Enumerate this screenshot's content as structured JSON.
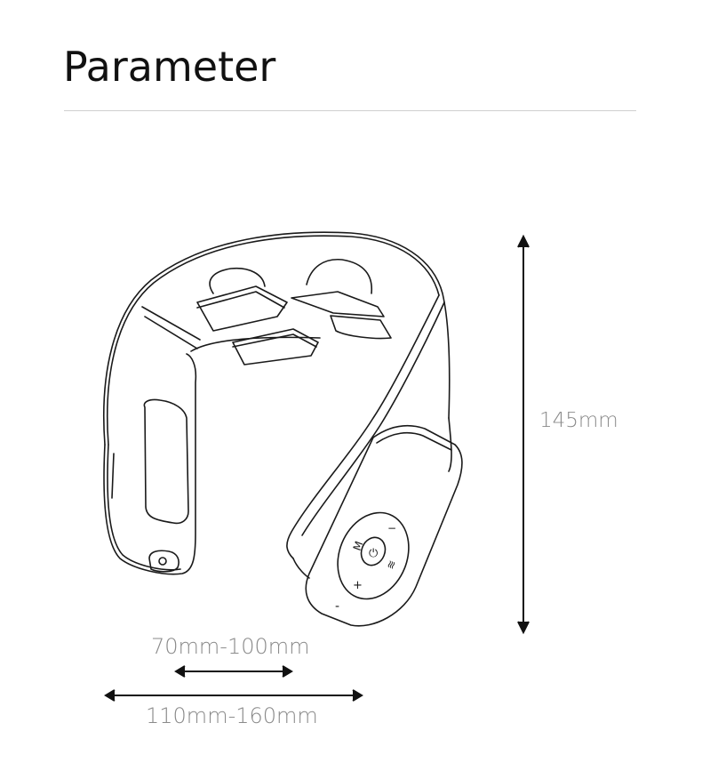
{
  "header": {
    "title": "Parameter"
  },
  "product_drawing": {
    "description": "neck-massager-line-drawing",
    "control_panel": {
      "buttons": [
        "M",
        "power",
        "heat",
        "+",
        "-"
      ]
    }
  },
  "dimensions": {
    "height": {
      "label": "145mm"
    },
    "inner_width": {
      "label": "70mm-100mm"
    },
    "outer_width": {
      "label": "110mm-160mm"
    }
  },
  "colors": {
    "title": "#111111",
    "divider": "#cfcfcf",
    "dimension_text": "#8a8a8a",
    "arrows": "#111111",
    "line_art": "#1a1a1a"
  }
}
